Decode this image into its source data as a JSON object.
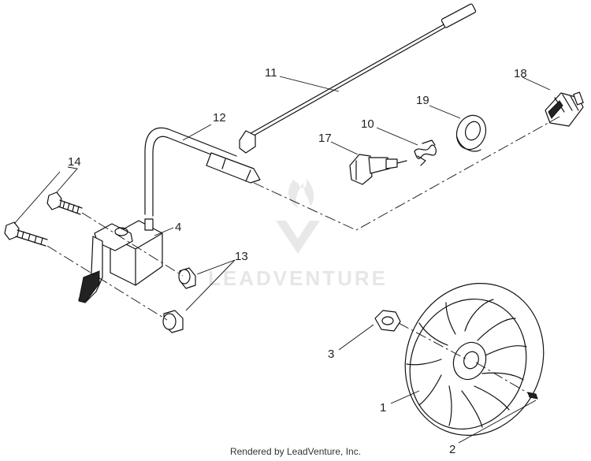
{
  "diagram": {
    "callouts": [
      "1",
      "2",
      "3",
      "4",
      "10",
      "11",
      "12",
      "13",
      "14",
      "17",
      "18",
      "19"
    ],
    "watermark_text": "LEADVENTURE",
    "footer": "Rendered by LeadVenture, Inc."
  }
}
